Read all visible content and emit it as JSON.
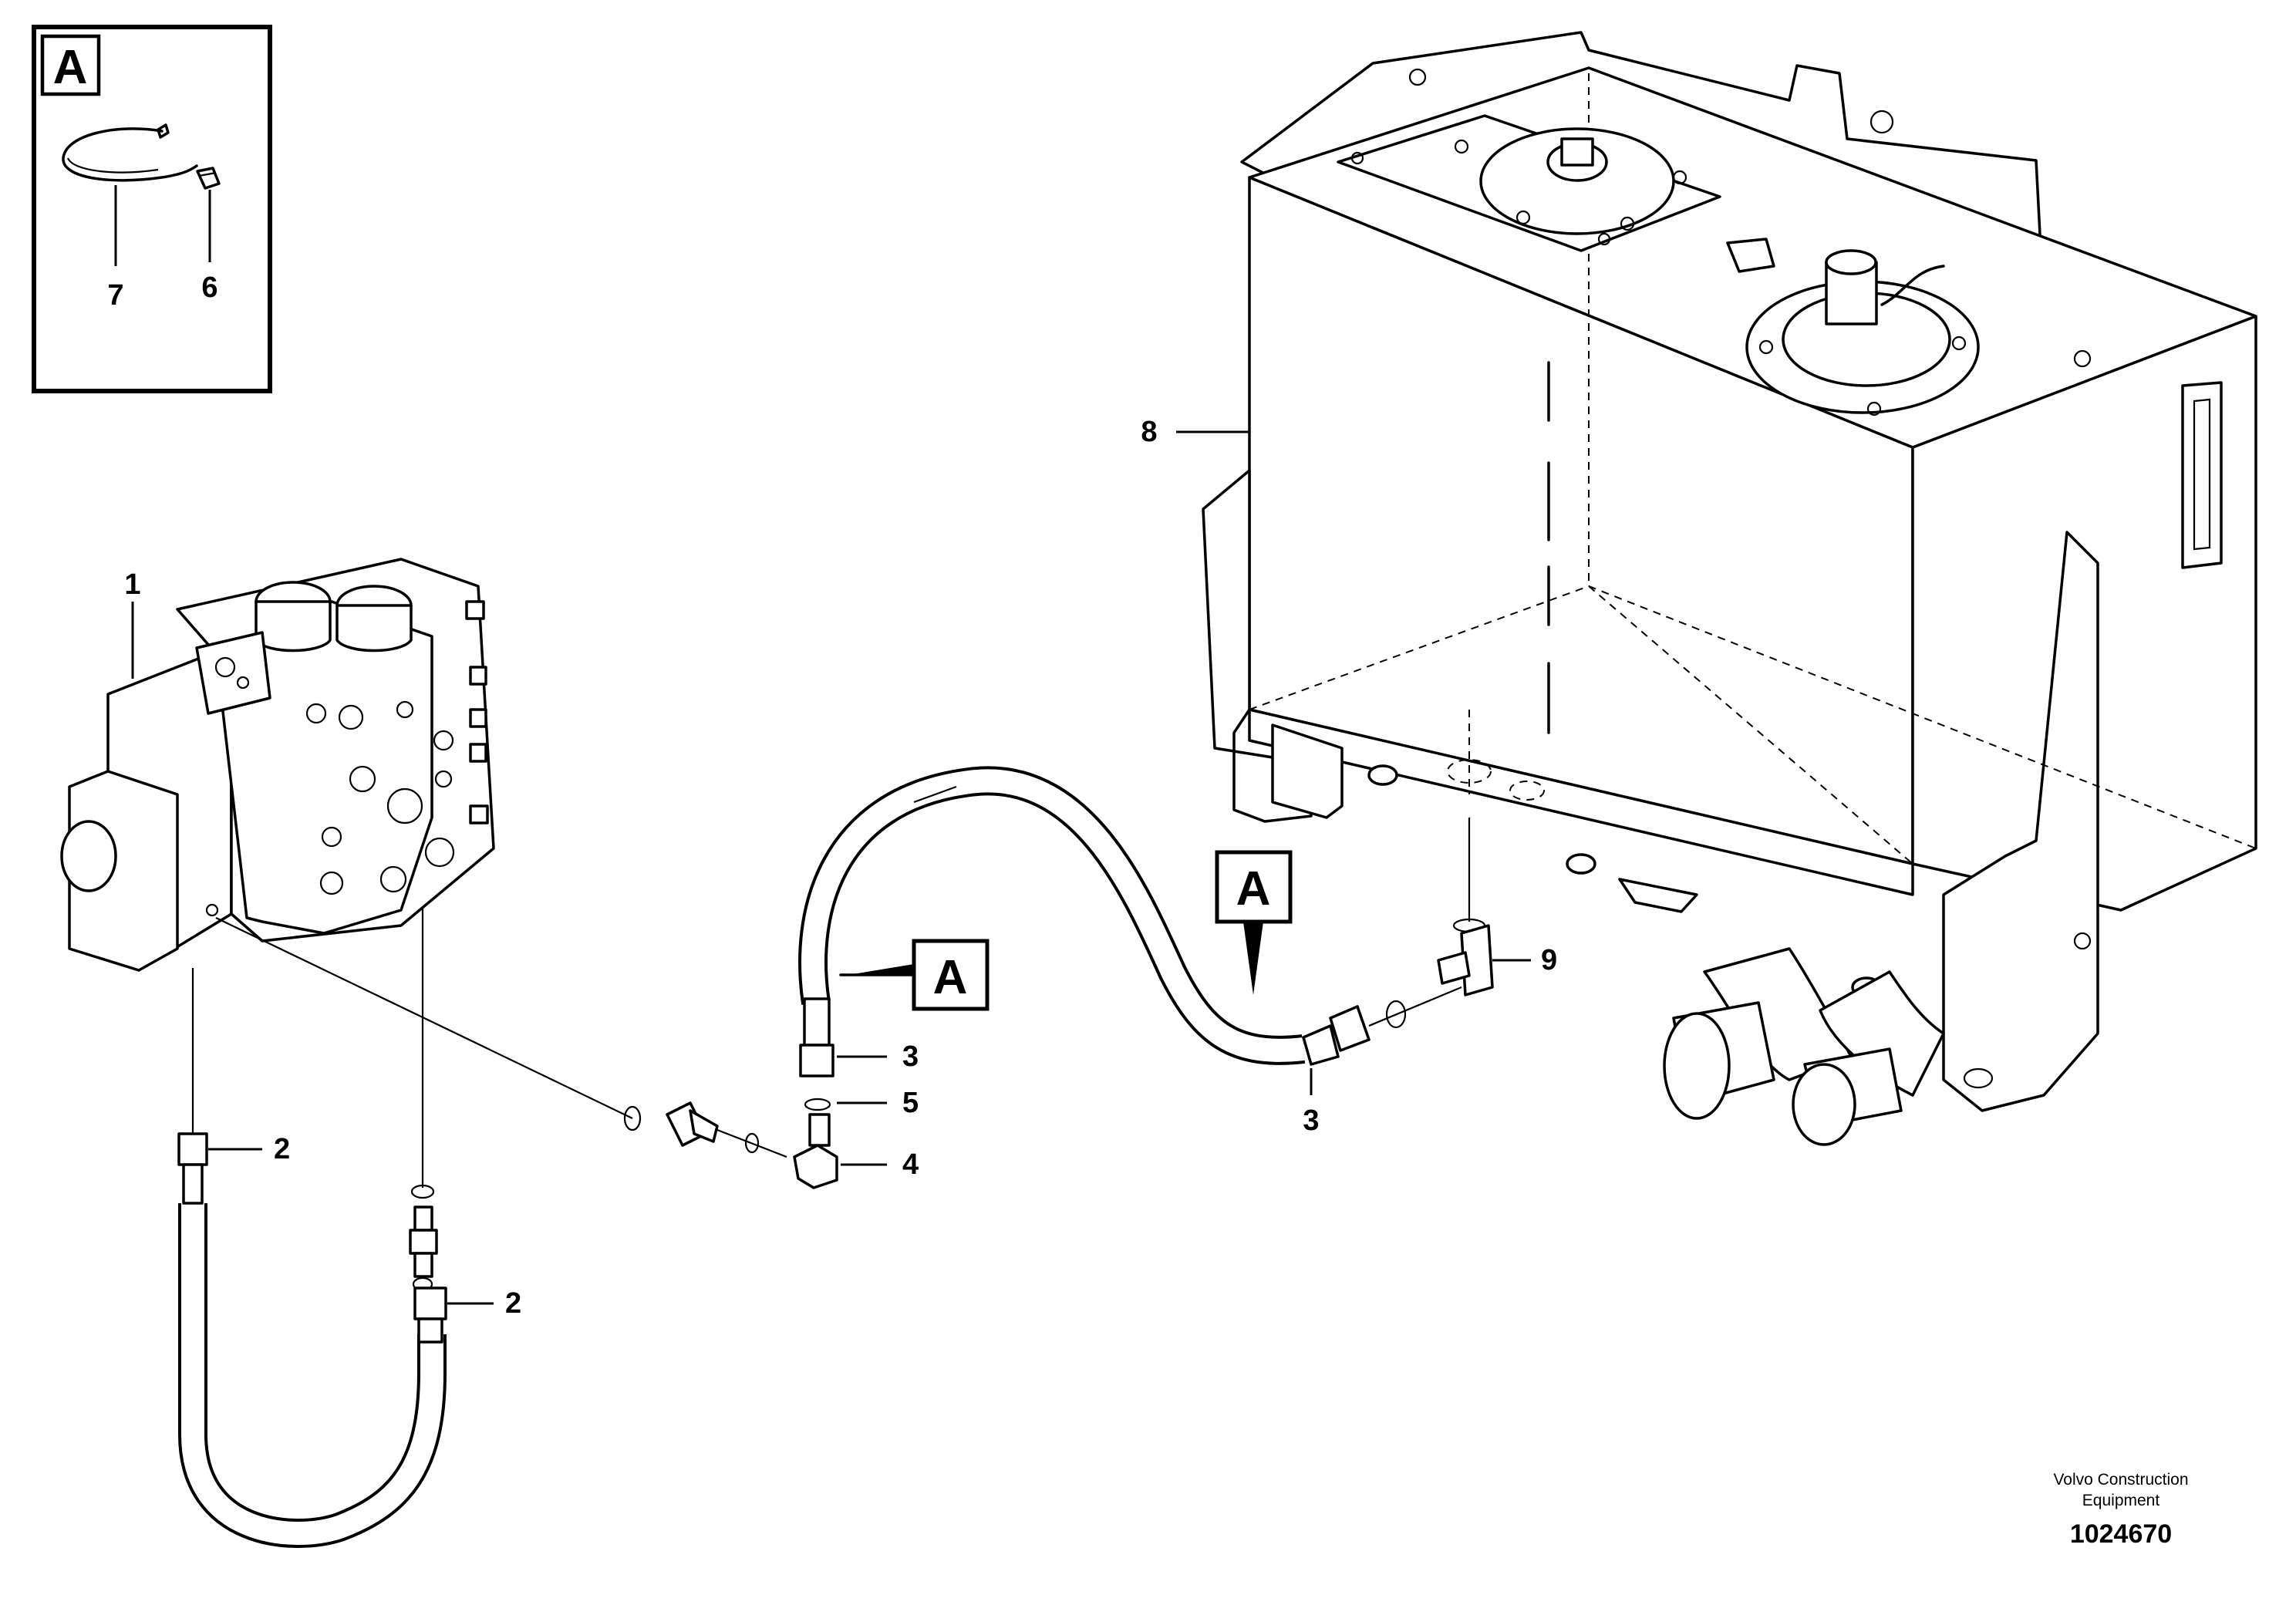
{
  "callouts": {
    "c1": "1",
    "c2a": "2",
    "c2b": "2",
    "c3a": "3",
    "c3b": "3",
    "c4": "4",
    "c5": "5",
    "c6": "6",
    "c7": "7",
    "c8": "8",
    "c9": "9"
  },
  "detail_refs": {
    "inset": "A",
    "hose": "A",
    "tank": "A"
  },
  "footer": {
    "company_line1": "Volvo Construction",
    "company_line2": "Equipment",
    "drawing_number": "1024670"
  }
}
